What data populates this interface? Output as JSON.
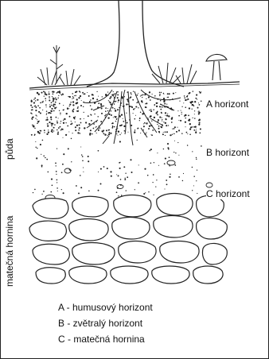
{
  "horizons": {
    "a": "A horizont",
    "b": "B horizont",
    "c": "C horizont"
  },
  "side_labels": {
    "soil": "půda",
    "bedrock": "matečná hornina"
  },
  "legend": [
    "A - humusový horizont",
    "B - zvětralý horizont",
    "C - matečná hornina"
  ]
}
